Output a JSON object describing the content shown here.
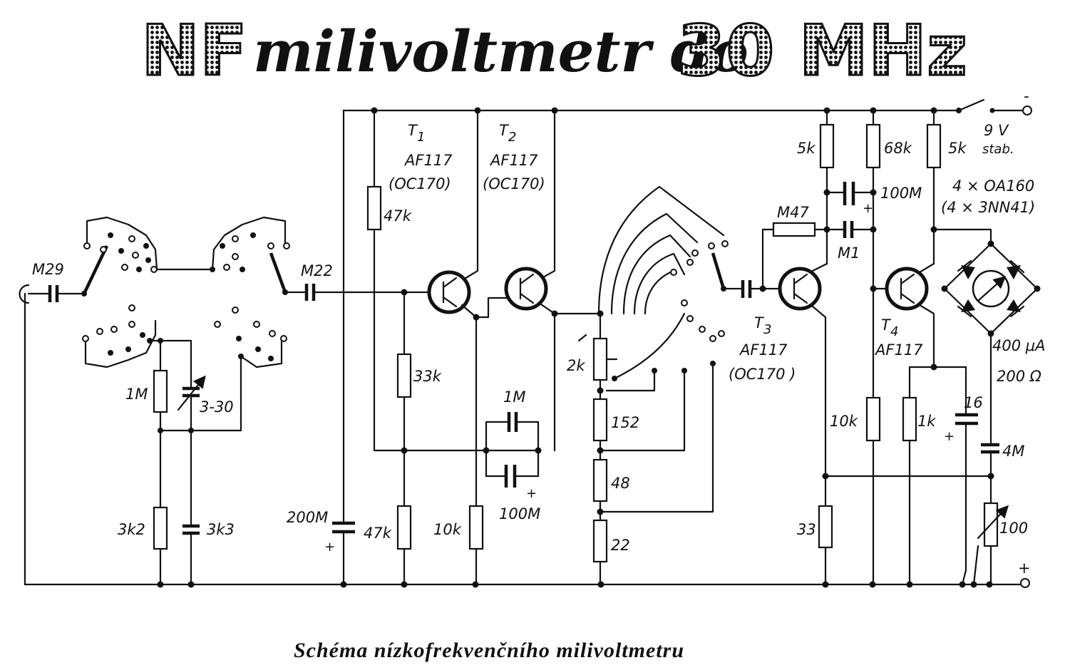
{
  "title": {
    "part1": "NF",
    "part2": "milivoltmetr do",
    "part3": "30 MHz"
  },
  "caption": "Schéma nízkofrekvenčního milivoltmetru",
  "power": {
    "voltage": "9 V",
    "note": "stab.",
    "minus": "-",
    "plus": "+"
  },
  "transistors": {
    "t1": {
      "name": "T",
      "sub": "1",
      "type": "AF117",
      "alt": "(OC170)"
    },
    "t2": {
      "name": "T",
      "sub": "2",
      "type": "AF117",
      "alt": "(OC170)"
    },
    "t3": {
      "name": "T",
      "sub": "3",
      "type": "AF117",
      "alt": "(OC170 )"
    },
    "t4": {
      "name": "T",
      "sub": "4",
      "type": "AF117"
    }
  },
  "diodes": {
    "type": "4 × OA160",
    "alt": "(4 × 3NN41)"
  },
  "meter": {
    "current": "400 μA",
    "resistance": "200 Ω"
  },
  "components": {
    "c_in": "M29",
    "c_mid": "M22",
    "r_div_top": "1M",
    "c_trim": "3-30",
    "r_div_bot": "3k2",
    "c_div_bot": "3k3",
    "c_supply": "200M",
    "r_t1_base": "47k",
    "r_t1_bias": "33k",
    "r_t1_low": "47k",
    "r_t2_emit": "10k",
    "c_fb1": "1M",
    "c_fb2": "100M",
    "pot_2k": "2k",
    "r_152": "152",
    "r_48": "48",
    "r_22": "22",
    "r_m47": "M47",
    "c_m1": "M1",
    "r_5k_a": "5k",
    "r_68k": "68k",
    "c_100m": "100M",
    "r_5k_b": "5k",
    "r_10k": "10k",
    "r_33": "33",
    "r_1k": "1k",
    "c_16": "16",
    "c_4m": "4M",
    "pot_100": "100"
  }
}
